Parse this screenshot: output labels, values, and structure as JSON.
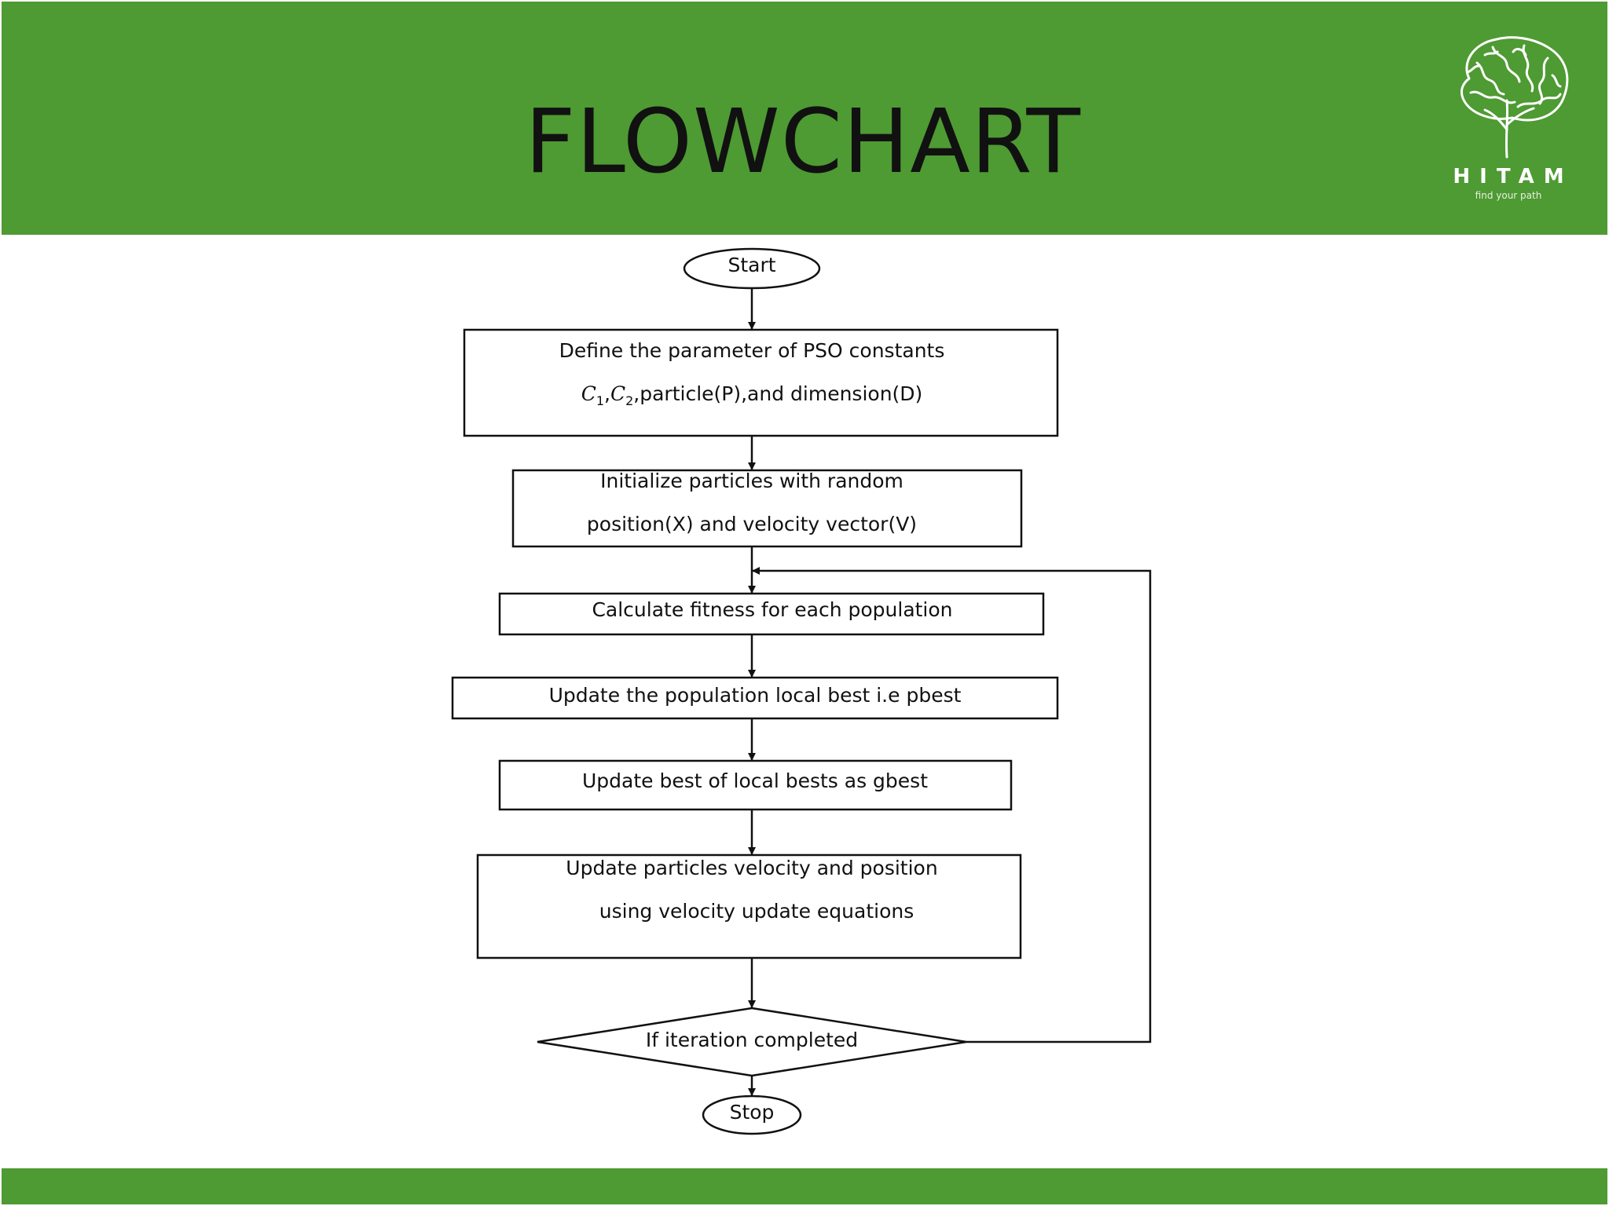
{
  "slide": {
    "title": "FLOWCHART"
  },
  "logo": {
    "name": "HITAM",
    "tagline": "find your path"
  },
  "flowchart": {
    "start_label": "Start",
    "step1_line1": "Define the parameter of PSO constants",
    "step1_c": "C",
    "step1_sub1": "1",
    "step1_sep": ",",
    "step1_sub2": "2",
    "step1_rest": ",particle(P),and dimension(D)",
    "step2_line1": "Initialize particles with random",
    "step2_line2": "position(X) and velocity vector(V)",
    "step3": "Calculate fitness for each population",
    "step4": "Update the population local best i.e pbest",
    "step5": "Update best of local bests as gbest",
    "step6_line1": "Update particles velocity and position",
    "step6_line2": "using velocity update equations",
    "decision": "If iteration completed",
    "stop_label": "Stop"
  },
  "colors": {
    "band": "#4e9a33",
    "title": "#111111",
    "line": "#111111"
  }
}
